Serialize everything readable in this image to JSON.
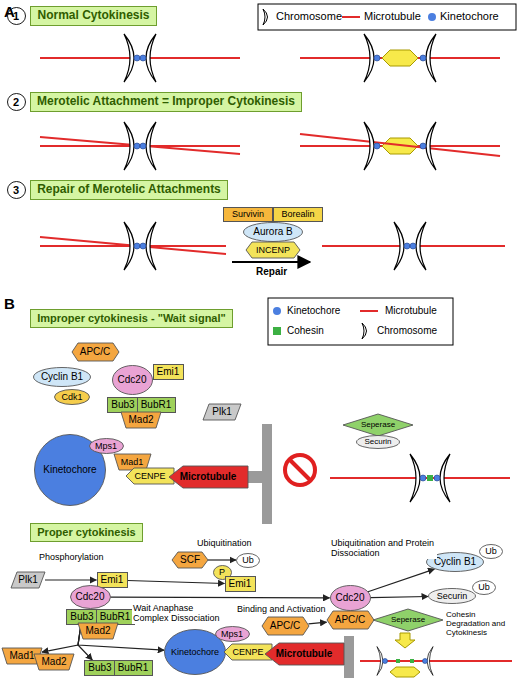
{
  "diagram": {
    "nodes": [
      {
        "text": [
          "1"
        ]
      },
      {
        "text": [
          "Normal Cytokinesis"
        ]
      },
      {
        "text": [
          "2"
        ]
      },
      {
        "text": [
          "Merotelic Attachment = Improper Cytokinesis"
        ]
      },
      {
        "text": [
          "3"
        ]
      },
      {
        "text": [
          "Repair of Merotelic Attachments"
        ]
      },
      {
        "text": [
          "Survivin"
        ]
      },
      {
        "text": [
          "Borealin"
        ]
      },
      {
        "text": [
          "Aurora B"
        ]
      },
      {
        "text": [
          "INCENP"
        ]
      },
      {
        "text": [
          "Improper cytokinesis - \"Wait signal\""
        ]
      },
      {
        "text": [
          "APC/C"
        ]
      },
      {
        "text": [
          "Cyclin B1"
        ]
      },
      {
        "text": [
          "Cdk1"
        ]
      },
      {
        "text": [
          "Cdc20"
        ]
      },
      {
        "text": [
          "Emi1"
        ]
      },
      {
        "text": [
          "Bub3"
        ]
      },
      {
        "text": [
          "BubR1"
        ]
      },
      {
        "text": [
          "Mad2"
        ]
      },
      {
        "text": [
          "Plk1"
        ]
      },
      {
        "text": [
          "Kinetochore"
        ]
      },
      {
        "text": [
          "Mps1"
        ]
      },
      {
        "text": [
          "Mad1"
        ]
      },
      {
        "text": [
          "CENPE"
        ]
      },
      {
        "text": [
          "Microtubule"
        ]
      },
      {
        "text": [
          "Seperase"
        ]
      },
      {
        "text": [
          "Securin"
        ]
      },
      {
        "text": [
          "Proper cytokinesis"
        ]
      },
      {
        "text": [
          "Plk1"
        ]
      },
      {
        "text": [
          "Emi1"
        ]
      },
      {
        "text": [
          "Cdc20"
        ]
      },
      {
        "text": [
          "Bub3"
        ]
      },
      {
        "text": [
          "BubR1"
        ]
      },
      {
        "text": [
          "Mad2"
        ]
      },
      {
        "text": [
          "SCF"
        ]
      },
      {
        "text": [
          "Ub"
        ]
      },
      {
        "text": [
          "P"
        ]
      },
      {
        "text": [
          "Emi1"
        ]
      },
      {
        "text": [
          "APC/C"
        ]
      },
      {
        "text": [
          "Cdc20"
        ]
      },
      {
        "text": [
          "APC/C"
        ]
      },
      {
        "text": [
          "Cyclin B1"
        ]
      },
      {
        "text": [
          "Ub"
        ]
      },
      {
        "text": [
          "Securin"
        ]
      },
      {
        "text": [
          "Ub"
        ]
      },
      {
        "text": [
          "Seperase"
        ]
      },
      {
        "text": [
          "Kinetochore"
        ]
      },
      {
        "text": [
          "Mps1"
        ]
      },
      {
        "text": [
          "CENPE"
        ]
      },
      {
        "text": [
          "Microtubule"
        ]
      },
      {
        "text": [
          "Mad1"
        ]
      },
      {
        "text": [
          "Mad2"
        ]
      },
      {
        "text": [
          "Bub3"
        ]
      },
      {
        "text": [
          "BubR1"
        ]
      }
    ],
    "edges": [
      {
        "from": 28,
        "to": 29,
        "arrow": "to",
        "label": "Phosphorylation"
      },
      {
        "from": 29,
        "to": 37,
        "arrow": "to"
      },
      {
        "from": 34,
        "to": 35,
        "arrow": "to",
        "label": "Ubiquitination"
      },
      {
        "from": 38,
        "to": 40,
        "arrow": "to",
        "label": "Binding and Activation"
      },
      {
        "from": 30,
        "to": 39,
        "arrow": "to"
      },
      {
        "from": 39,
        "to": 41,
        "arrow": "to",
        "label": "Ubiquitination and Protein Dissociation"
      },
      {
        "from": 39,
        "to": 43,
        "arrow": "to"
      },
      {
        "from": 31,
        "to": 50,
        "arrow": "to",
        "label": "Wait Anaphase Complex Dissociation"
      },
      {
        "from": 31,
        "to": 52,
        "arrow": "to"
      },
      {
        "from": 31,
        "to": 46,
        "arrow": "to"
      }
    ],
    "labels": [
      "A",
      "B",
      "Repair",
      "Cohesin Degradation and Cytokinesis"
    ],
    "legend": [
      {
        "text": "Chromosome"
      },
      {
        "text": "Microtubule"
      },
      {
        "text": "Kinetochore",
        "color": "#4b7fe0"
      },
      {
        "text": "Kinetochore",
        "color": "#4b7fe0"
      },
      {
        "text": "Microtubule"
      },
      {
        "text": "Cohesin",
        "color": "#3cb043"
      },
      {
        "text": "Chromosome"
      }
    ]
  }
}
